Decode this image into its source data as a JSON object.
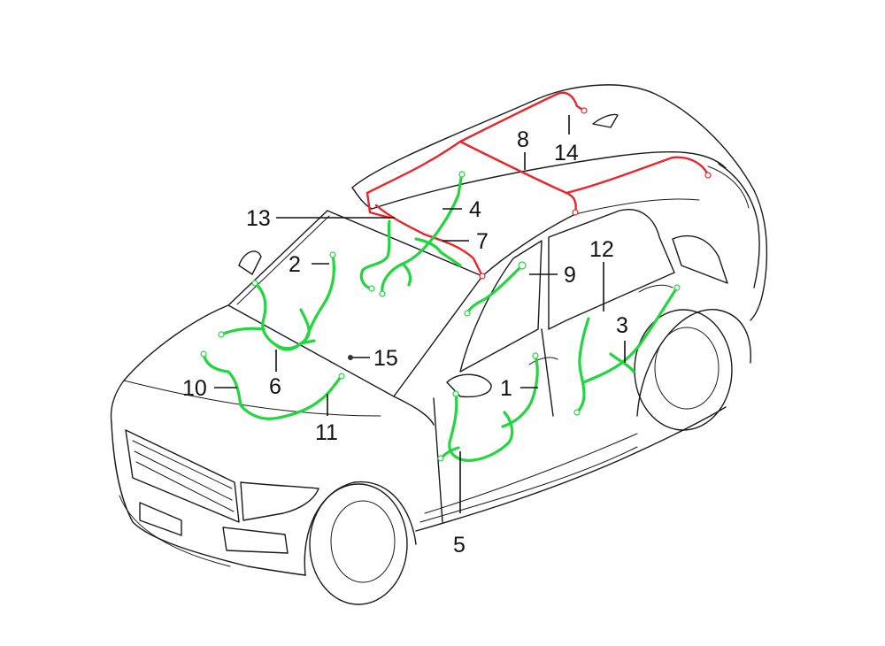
{
  "colors": {
    "harness_main": "#22d63f",
    "harness_roof": "#e8262b",
    "outline": "#1a1a1a",
    "background": "#ffffff"
  },
  "callouts": [
    {
      "id": "1",
      "label": "1"
    },
    {
      "id": "2",
      "label": "2"
    },
    {
      "id": "3",
      "label": "3"
    },
    {
      "id": "4",
      "label": "4"
    },
    {
      "id": "5",
      "label": "5"
    },
    {
      "id": "6",
      "label": "6"
    },
    {
      "id": "7",
      "label": "7"
    },
    {
      "id": "8",
      "label": "8"
    },
    {
      "id": "9",
      "label": "9"
    },
    {
      "id": "10",
      "label": "10"
    },
    {
      "id": "11",
      "label": "11"
    },
    {
      "id": "12",
      "label": "12"
    },
    {
      "id": "13",
      "label": "13"
    },
    {
      "id": "14",
      "label": "14"
    },
    {
      "id": "15",
      "label": "15"
    }
  ]
}
